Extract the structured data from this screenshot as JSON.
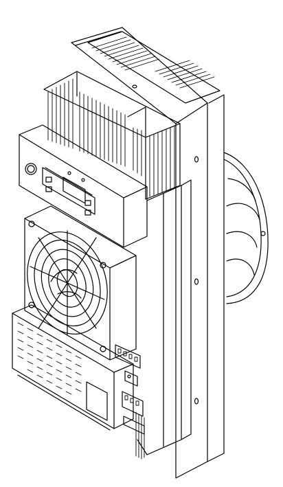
{
  "drawing": {
    "line_color": "#000000",
    "background_color": "#ffffff",
    "fin_fill": "#ffffff",
    "parts": [
      "heatsink",
      "fan-guard",
      "controller-display",
      "vent-grille",
      "terminal-blocks",
      "wall-plate",
      "external-fan"
    ]
  }
}
